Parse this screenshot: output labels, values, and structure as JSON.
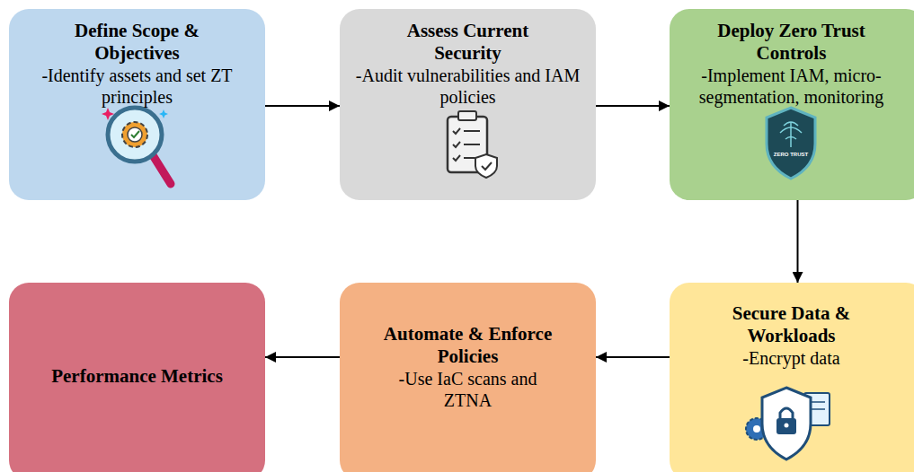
{
  "diagram": {
    "nodes": [
      {
        "text": [
          "Define Scope & Objectives",
          "-Identify assets and set ZT principles"
        ]
      },
      {
        "text": [
          "Assess Current Security",
          "-Audit vulnerabilities and IAM policies"
        ]
      },
      {
        "text": [
          "Deploy Zero Trust Controls",
          "-Implement IAM, micro-segmentation, monitoring"
        ]
      },
      {
        "text": [
          "Secure Data & Workloads",
          "-Encrypt data"
        ]
      },
      {
        "text": [
          "Automate & Enforce Policies",
          "-Use IaC scans and ZTNA"
        ]
      },
      {
        "text": [
          "Performance Metrics"
        ]
      }
    ],
    "edges": [
      {
        "from": 0,
        "to": 1,
        "arrow": "to"
      },
      {
        "from": 1,
        "to": 2,
        "arrow": "to"
      },
      {
        "from": 2,
        "to": 3,
        "arrow": "to"
      },
      {
        "from": 3,
        "to": 4,
        "arrow": "to"
      },
      {
        "from": 4,
        "to": 5,
        "arrow": "to"
      }
    ],
    "labels": [
      "ZERO TRUST"
    ]
  }
}
